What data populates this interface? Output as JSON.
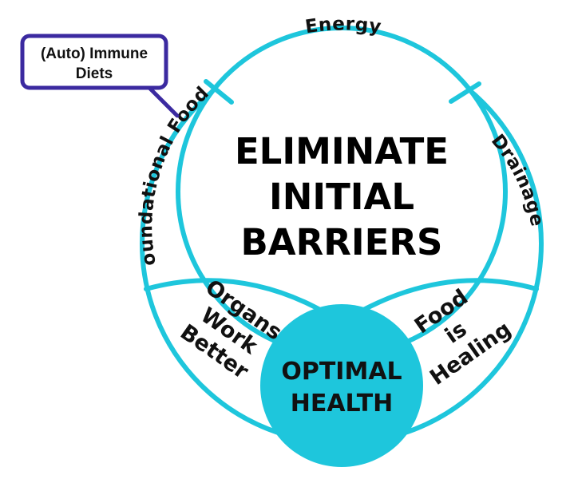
{
  "colors": {
    "ring": "#1ec6dc",
    "hub_fill": "#1ec6dc",
    "callout_border": "#3b2aa0",
    "text": "#111111"
  },
  "ring": {
    "top": "Energy",
    "right": "Drainage",
    "left": "Foundational Foods"
  },
  "center": {
    "lines": [
      "ELIMINATE",
      "INITIAL",
      "BARRIERS"
    ]
  },
  "lower_left": {
    "lines": [
      "Organs",
      "Work",
      "Better"
    ]
  },
  "lower_right": {
    "lines": [
      "Food",
      "is",
      "Healing"
    ]
  },
  "hub": {
    "lines": [
      "OPTIMAL",
      "HEALTH"
    ]
  },
  "callout": {
    "lines": [
      "(Auto) Immune",
      "Diets"
    ]
  }
}
